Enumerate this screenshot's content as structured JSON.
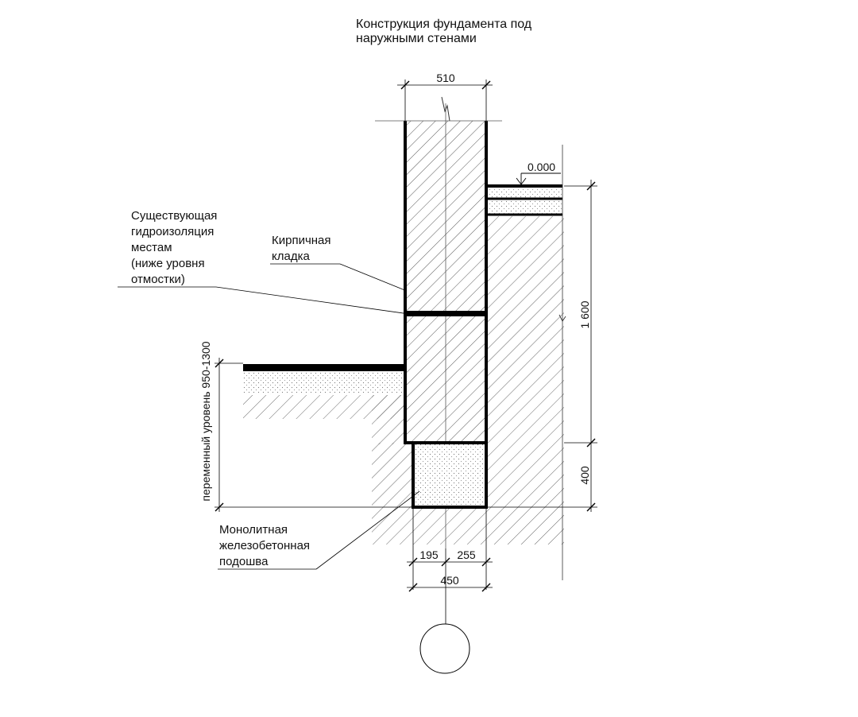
{
  "title": {
    "line1": "Конструкция фундамента под",
    "line2": "наружными стенами"
  },
  "labels": {
    "waterproofing": {
      "line1": "Существующая",
      "line2": "гидроизоляция",
      "line3": "местам",
      "line4": "(ниже уровня",
      "line5": "отмостки)"
    },
    "brickwork": {
      "line1": "Кирпичная",
      "line2": "кладка"
    },
    "footing": {
      "line1": "Монолитная",
      "line2": "железобетонная",
      "line3": "подошва"
    },
    "variable_level": "переменный уровень 950-1300"
  },
  "dimensions": {
    "wall_width": "510",
    "level_mark": "0.000",
    "height_upper": "1 600",
    "height_footing": "400",
    "footing_left": "195",
    "footing_right": "255",
    "footing_total": "450"
  }
}
